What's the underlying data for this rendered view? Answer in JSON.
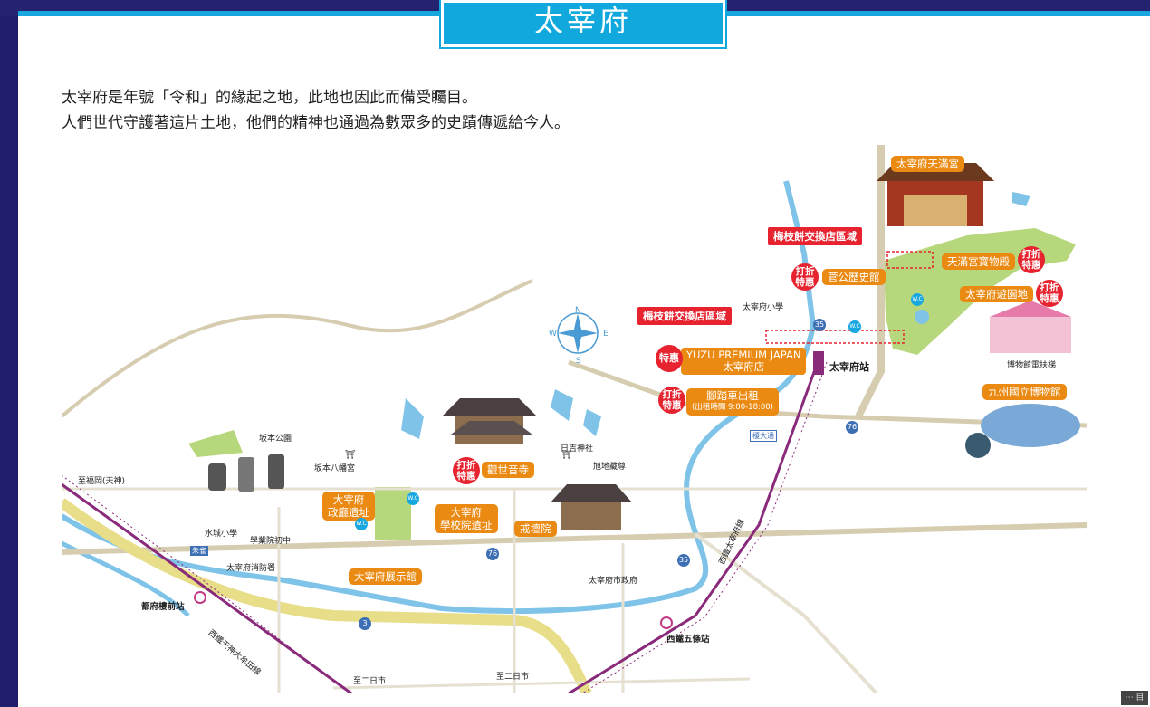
{
  "header": {
    "title": "太宰府"
  },
  "intro": {
    "line1": "太宰府是年號「令和」的緣起之地，此地也因此而備受矚目。",
    "line2": "人們世代守護著這片土地，他們的精神也通過為數眾多的史蹟傳遞給今人。"
  },
  "map": {
    "compass": {
      "n": "N",
      "s": "S",
      "e": "E",
      "w": "W"
    },
    "tags": {
      "tenmangu": "太宰府天滿宮",
      "umegae1": "梅枝餅交換店區域",
      "umegae2": "梅枝餅交換店區域",
      "kanko": "菅公歷史館",
      "homotsuden": "天滿宮寶物殿",
      "yuenchi": "太宰府遊園地",
      "yuzu1": "YUZU PREMIUM JAPAN",
      "yuzu2": "太宰府店",
      "bike": "腳踏車出租",
      "bike_hours": "(出租時間 9:00-18:00)",
      "museum": "九州國立博物館",
      "kanzeonji": "觀世音寺",
      "kaidanin": "戒壇院",
      "seicho1": "大宰府",
      "seicho2": "政廳遺址",
      "gakko1": "大宰府",
      "gakko2": "學校院遺址",
      "tenjikan": "大宰府展示館"
    },
    "badges": {
      "discount_l1": "打折",
      "discount_l2": "特惠",
      "special": "特惠"
    },
    "labels": {
      "dazaifu_station": "太宰府站",
      "dazaifu_elem": "太宰府小學",
      "escalator": "博物館電扶梯",
      "sakamoto_park": "坂本公園",
      "sakamoto_hachiman": "坂本八幡宮",
      "hiyoshi": "日吉神社",
      "asahi": "旭地藏尊",
      "to_fukuoka": "至福岡(天神)",
      "mizuki_elem": "水城小學",
      "gakugyoin": "學業院初中",
      "fire_station": "太宰府消防署",
      "city_hall": "太宰府市政府",
      "tofuro_station": "都府樓前站",
      "gojo_station": "西鐵五條站",
      "rail_omuta": "西鐵天神大牟田線",
      "rail_dazaifu": "西鐵太宰府線",
      "to_futsukaichi1": "至二日市",
      "to_futsukaichi2": "至二日市",
      "route35a": "35",
      "route35b": "35",
      "route76a": "76",
      "route76b": "76",
      "route3": "3",
      "wc": "W.C",
      "wc2": "W.C",
      "wc3": "W.C",
      "wc4": "W.C",
      "hachiman_mark": "⛩",
      "hiyoshi_mark": "⛩",
      "intersection1": "朱雀",
      "intersection2": "榎大通"
    }
  },
  "ui": {
    "corner_button": "⋯ 目"
  }
}
